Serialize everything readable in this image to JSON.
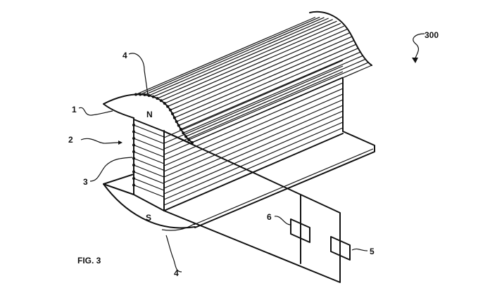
{
  "figure": {
    "caption": "FIG. 3",
    "reference_number": "300",
    "pole_labels": {
      "north": "N",
      "south": "S"
    },
    "callouts": {
      "c1": "1",
      "c2": "2",
      "c3": "3",
      "c4_top": "4",
      "c4_bottom": "4",
      "c5": "5",
      "c6": "6"
    }
  }
}
